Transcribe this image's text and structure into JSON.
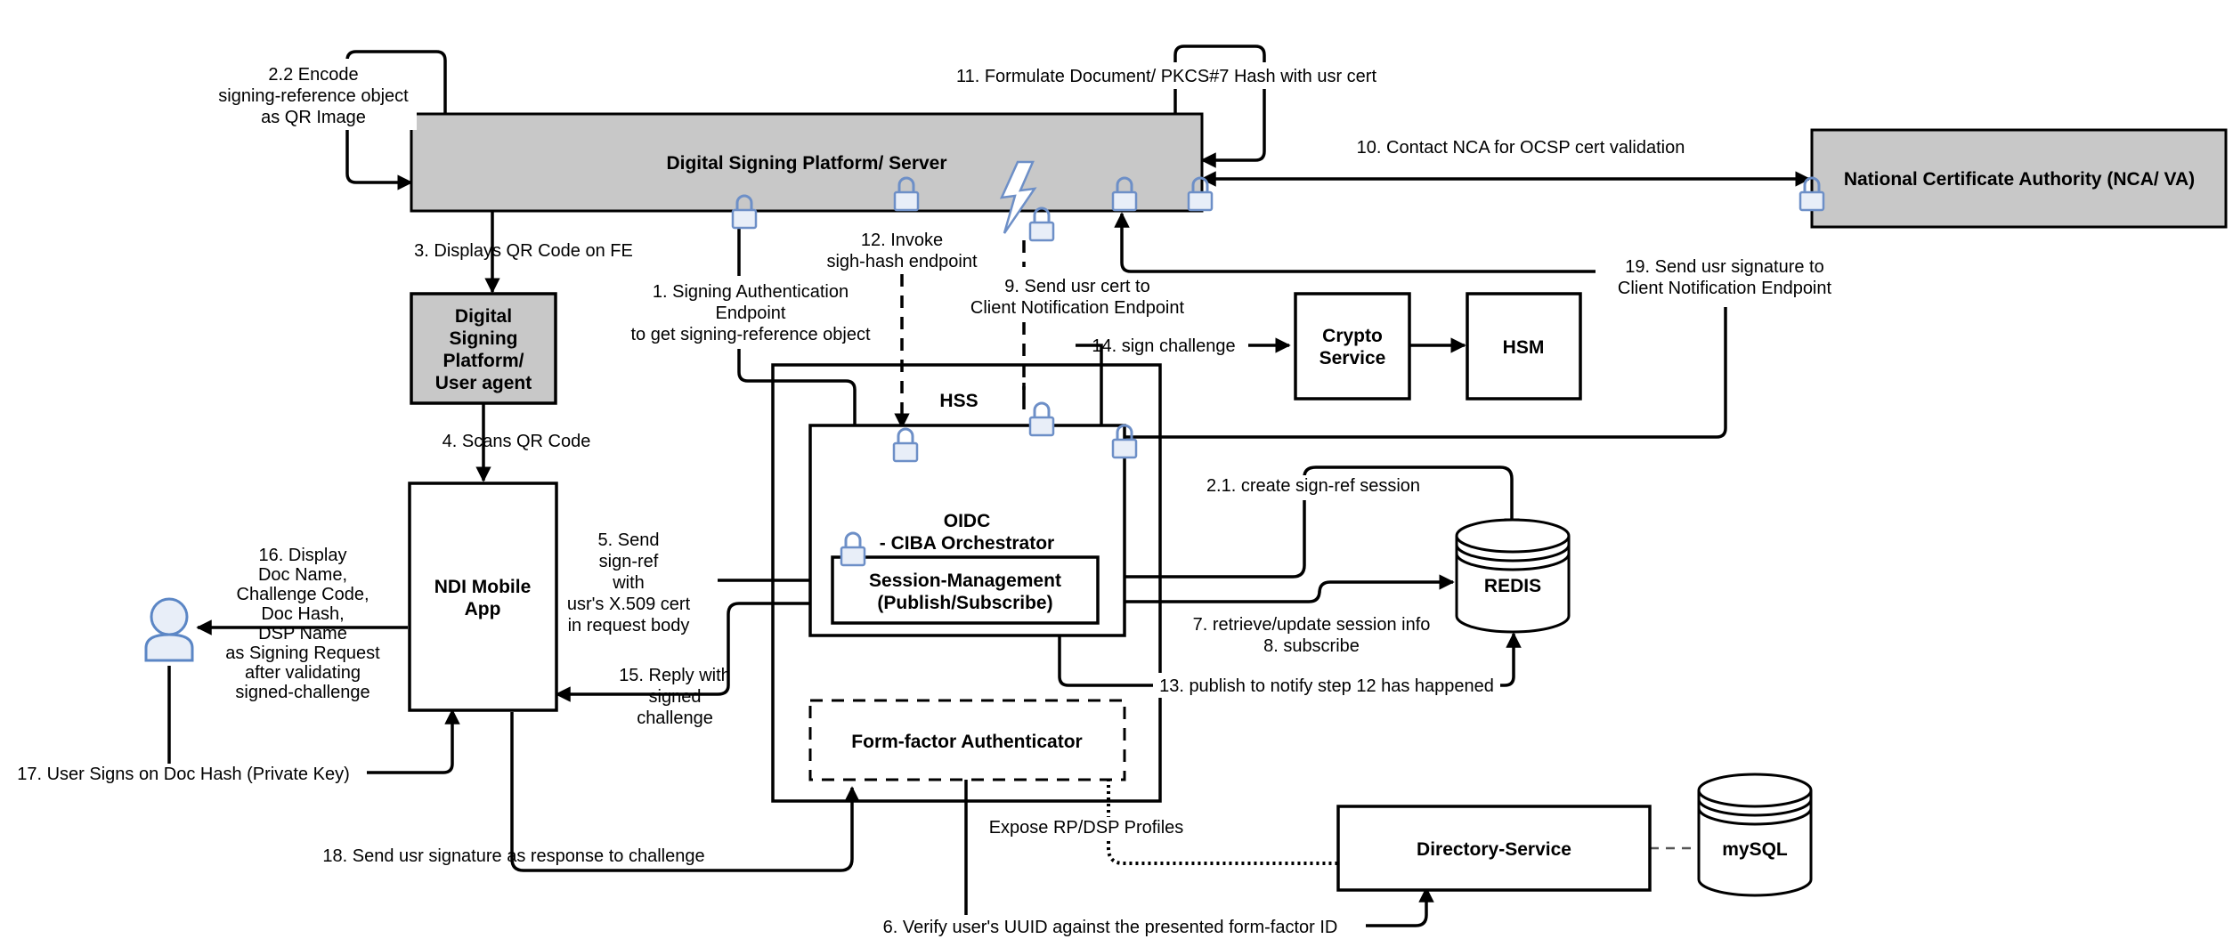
{
  "nodes": {
    "dsp_server": "Digital Signing Platform/ Server",
    "nca": "National Certificate Authority (NCA/ VA)",
    "user_agent": [
      "Digital",
      "Signing",
      "Platform/",
      "User agent"
    ],
    "ndi_app": [
      "NDI Mobile",
      "App"
    ],
    "crypto": [
      "Crypto",
      "Service"
    ],
    "hsm": "HSM",
    "hss": "HSS",
    "oidc": [
      "OIDC",
      "- CIBA Orchestrator"
    ],
    "session": [
      "Session-Management",
      "(Publish/Subscribe)"
    ],
    "formfactor": "Form-factor Authenticator",
    "redis": "REDIS",
    "directory": "Directory-Service",
    "mysql": "mySQL"
  },
  "labels": {
    "l2_2": [
      "2.2 Encode",
      "signing-reference object",
      "as QR Image"
    ],
    "l11": "11. Formulate Document/ PKCS#7 Hash with usr cert",
    "l10": "10. Contact NCA for OCSP cert validation",
    "l3": "3. Displays QR Code on FE",
    "l12": [
      "12. Invoke",
      "sigh-hash endpoint"
    ],
    "l1": [
      "1. Signing Authentication",
      "Endpoint",
      "to get signing-reference object"
    ],
    "l9": [
      "9. Send usr cert to",
      "Client Notification Endpoint"
    ],
    "l19": [
      "19. Send usr signature to",
      "Client Notification Endpoint"
    ],
    "l14": "14. sign challenge",
    "l4": "4. Scans QR Code",
    "l2_1": "2.1. create sign-ref session",
    "l5": [
      "5. Send",
      "sign-ref",
      "with",
      "usr's X.509 cert",
      "in request body"
    ],
    "l16": [
      "16. Display",
      "Doc Name,",
      "Challenge Code,",
      "Doc Hash,",
      "DSP Name",
      "as Signing Request",
      "after validating",
      "signed-challenge"
    ],
    "l7": [
      "7. retrieve/update session info",
      "8. subscribe"
    ],
    "l15": [
      "15. Reply with",
      "signed",
      "challenge"
    ],
    "l13": "13. publish to notify step 12 has happened",
    "l17": "17. User Signs on Doc Hash (Private Key)",
    "lexpose": "Expose RP/DSP Profiles",
    "l18": "18. Send usr signature as response to challenge",
    "l6": "6. Verify user's UUID against the presented form-factor ID"
  },
  "colors": {
    "grey_fill": "#c8c8c8",
    "stroke": "#000000",
    "lock": "#6d8fc7",
    "user_icon": "#5b86c5"
  }
}
